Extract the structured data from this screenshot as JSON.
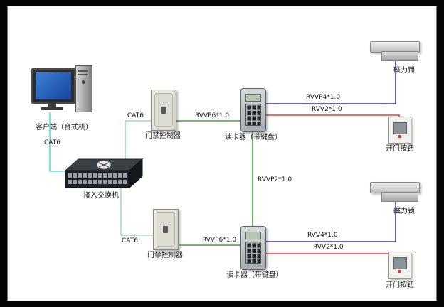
{
  "diagram": {
    "nodes": {
      "client": {
        "label": "客户端（台式机）"
      },
      "switch": {
        "label": "接入交换机"
      },
      "controller1": {
        "label": "门禁控制器"
      },
      "controller2": {
        "label": "门禁控制器"
      },
      "reader1": {
        "label": "读卡器（带键盘）"
      },
      "reader2": {
        "label": "读卡器（带键盘）"
      },
      "lock1": {
        "label": "磁力锁"
      },
      "lock2": {
        "label": "磁力锁"
      },
      "button1": {
        "label": "开门按钮"
      },
      "button2": {
        "label": "开门按钮"
      }
    },
    "cables": {
      "client_switch": "CAT6",
      "switch_controller1": "CAT6",
      "switch_controller2": "CAT6",
      "controller1_reader1": "RVVP6*1.0",
      "controller2_reader2": "RVVP6*1.0",
      "reader1_lock1": "RVVP4*1.0",
      "reader1_button1": "RVV2*1.0",
      "reader1_reader2": "RVVP2*1.0",
      "reader2_lock2": "RVV4*1.0",
      "reader2_button2": "RVV2*1.0"
    },
    "colors": {
      "cat6_client": "#35d0dc",
      "cat6_branch": "#8fd3a8",
      "rvvp6": "#1f8a1f",
      "lock": "#0a0ab8",
      "button": "#e81515"
    }
  }
}
